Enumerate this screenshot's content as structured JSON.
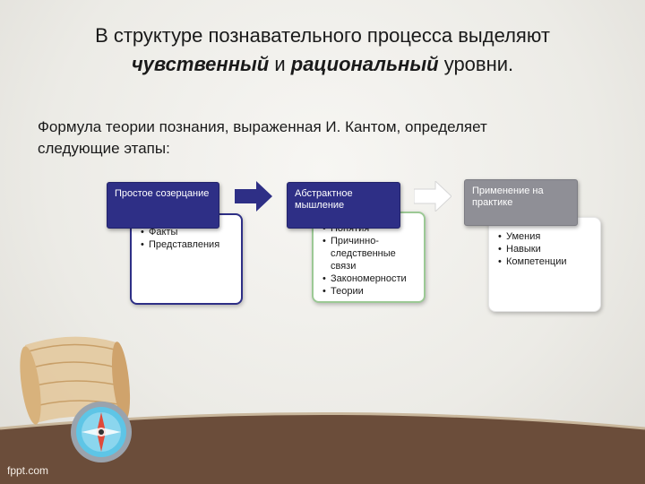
{
  "title": {
    "line1": "В структуре познавательного процесса выделяют",
    "part1": "чувственный",
    "connector": " и ",
    "part2": "рациональный",
    "ending": " уровни."
  },
  "intro": "Формула теории познания, выраженная И. Кантом, определяет следующие этапы:",
  "stages": [
    {
      "label": "Простое созерцание",
      "items": [
        "Факты",
        "Представления"
      ]
    },
    {
      "label": "Абстрактное мышление",
      "items": [
        "Понятия",
        "Причинно-следственные связи",
        "Закономерности",
        "Теории"
      ]
    },
    {
      "label": "Применение на практике",
      "items": [
        "Умения",
        "Навыки",
        "Компетенции"
      ]
    }
  ],
  "footer_logo": "fppt.com",
  "colors": {
    "stage_blue": "#2e2f86",
    "stage_gray": "#8f8f96",
    "bottom_band": "#6b4d3a",
    "green_border": "#9cc995"
  },
  "icons": [
    "arrow-right-icon",
    "arrow-right-icon",
    "scroll-map-icon",
    "compass-icon"
  ]
}
